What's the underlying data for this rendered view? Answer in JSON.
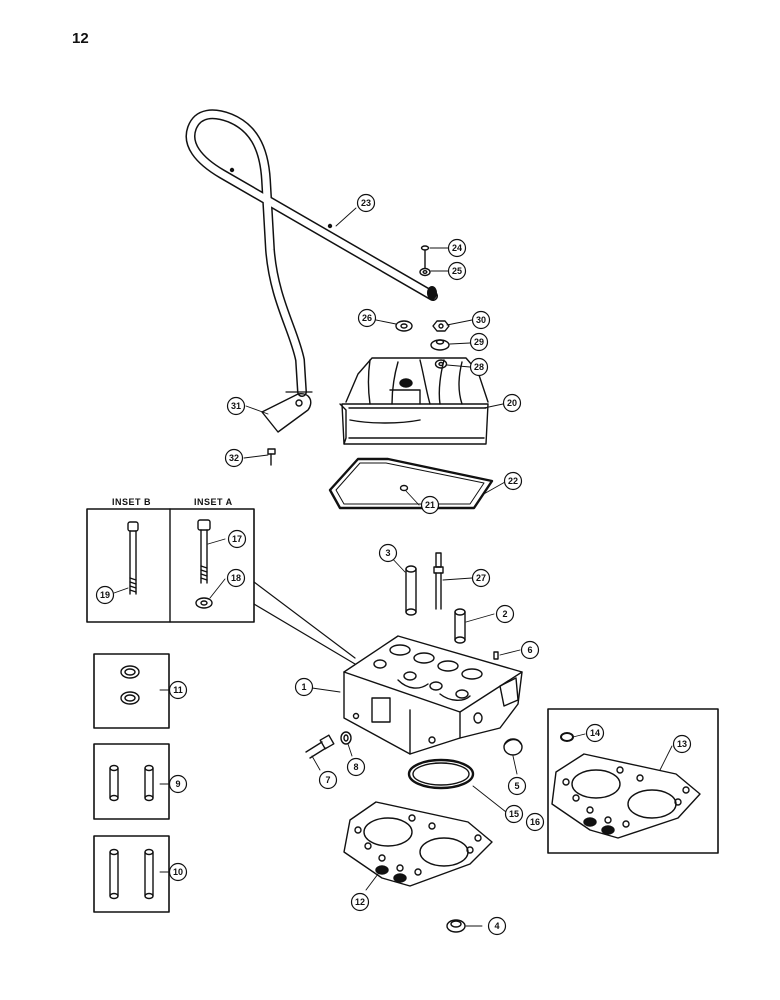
{
  "page_number": "12",
  "insets": {
    "inset_b": "INSET B",
    "inset_a": "INSET A"
  },
  "callouts": {
    "c1": "1",
    "c2": "2",
    "c3": "3",
    "c4": "4",
    "c5": "5",
    "c6": "6",
    "c7": "7",
    "c8": "8",
    "c9": "9",
    "c10": "10",
    "c11": "11",
    "c12": "12",
    "c13": "13",
    "c14": "14",
    "c15": "15",
    "c16": "16",
    "c17": "17",
    "c18": "18",
    "c19": "19",
    "c20": "20",
    "c21": "21",
    "c22": "22",
    "c23": "23",
    "c24": "24",
    "c25": "25",
    "c26": "26",
    "c27": "27",
    "c28": "28",
    "c29": "29",
    "c30": "30",
    "c31": "31",
    "c32": "32"
  }
}
